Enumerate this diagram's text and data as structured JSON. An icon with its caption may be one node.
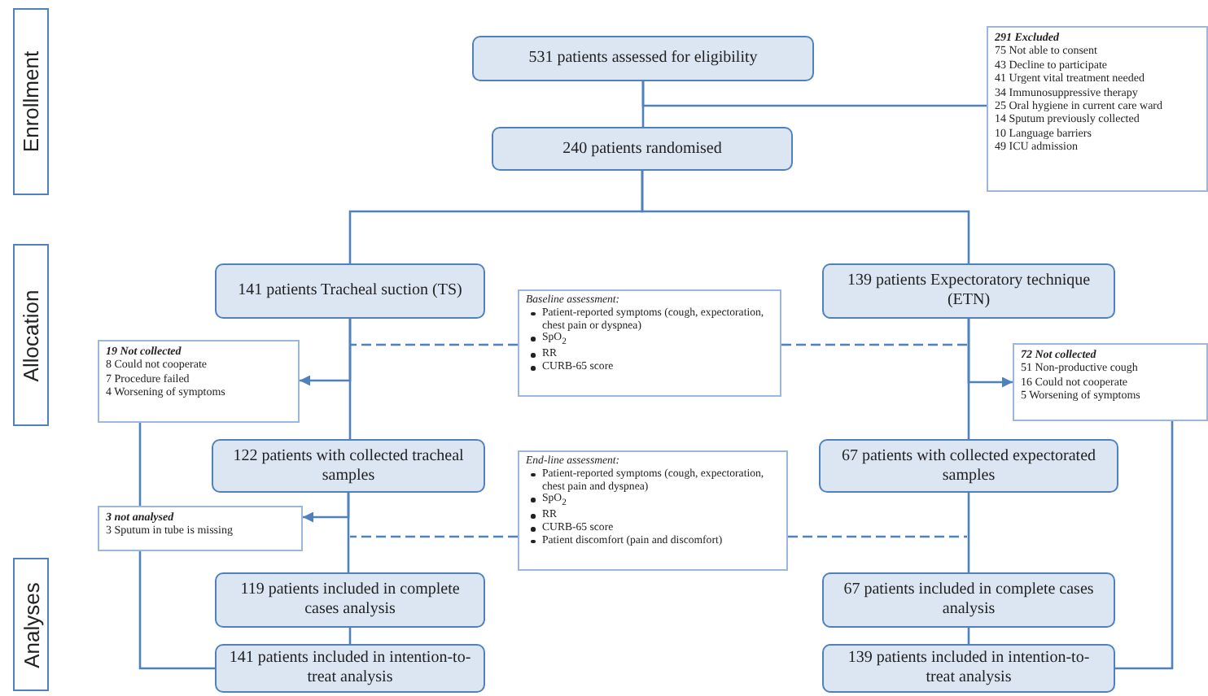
{
  "diagram": {
    "nodes": [
      {
        "text": [
          "531 patients assessed for eligibility"
        ]
      },
      {
        "text": [
          "291 Excluded",
          "75 Not able to consent",
          "43 Decline to participate",
          "41 Urgent vital treatment needed",
          "34 Immunosuppressive therapy",
          "25 Oral hygiene in current care ward",
          "14 Sputum previously collected",
          "10 Language barriers",
          "49 ICU admission"
        ]
      },
      {
        "text": [
          "240 patients randomised"
        ]
      },
      {
        "text": [
          "141 patients Tracheal suction (TS)"
        ]
      },
      {
        "text": [
          "139 patients Expectoratory technique (ETN)"
        ]
      },
      {
        "text": [
          "Baseline assessment:",
          "Patient-reported symptoms (cough, expectoration, chest pain or dyspnea)",
          "SpO$_{2}$",
          "RR",
          "CURB-65 score"
        ]
      },
      {
        "text": [
          "19 Not collected",
          "8 Could not cooperate",
          "7 Procedure failed",
          "4 Worsening of symptoms"
        ]
      },
      {
        "text": [
          "72 Not collected",
          "51 Non-productive cough",
          "16 Could not cooperate",
          "5 Worsening of symptoms"
        ]
      },
      {
        "text": [
          "122 patients with collected tracheal samples"
        ]
      },
      {
        "text": [
          "67 patients with collected expectorated samples"
        ]
      },
      {
        "text": [
          "End-line assessment:",
          "Patient-reported symptoms (cough, expectoration, chest pain and dyspnea)",
          "SpO$_{2}$",
          "RR",
          "CURB-65 score",
          "Patient discomfort (pain and discomfort)"
        ]
      },
      {
        "text": [
          "3 not analysed",
          "3 Sputum in tube is missing"
        ]
      },
      {
        "text": [
          "119 patients included in complete cases analysis"
        ]
      },
      {
        "text": [
          "67 patients included in complete cases analysis"
        ]
      },
      {
        "text": [
          "141 patients included in intention-to-treat analysis"
        ]
      },
      {
        "text": [
          "139 patients included in intention-to-treat analysis"
        ]
      },
      {
        "text": [
          "Enrollment"
        ]
      },
      {
        "text": [
          "Allocation"
        ]
      },
      {
        "text": [
          "Analyses"
        ]
      }
    ],
    "edges": [
      {
        "from": 0,
        "to": 2,
        "arrow": "none"
      },
      {
        "from": 0,
        "to": 1,
        "arrow": "none"
      },
      {
        "from": 2,
        "to": 3,
        "arrow": "none"
      },
      {
        "from": 2,
        "to": 4,
        "arrow": "none"
      },
      {
        "from": 3,
        "to": 8,
        "arrow": "none"
      },
      {
        "from": 3,
        "to": 6,
        "arrow": "to"
      },
      {
        "from": 8,
        "to": 12,
        "arrow": "none"
      },
      {
        "from": 8,
        "to": 11,
        "arrow": "to"
      },
      {
        "from": 12,
        "to": 14,
        "arrow": "none"
      },
      {
        "from": 6,
        "to": 11,
        "arrow": "none"
      },
      {
        "from": 11,
        "to": 14,
        "arrow": "none"
      },
      {
        "from": 4,
        "to": 9,
        "arrow": "none"
      },
      {
        "from": 4,
        "to": 7,
        "arrow": "to"
      },
      {
        "from": 9,
        "to": 13,
        "arrow": "none"
      },
      {
        "from": 13,
        "to": 15,
        "arrow": "none"
      },
      {
        "from": 7,
        "to": 15,
        "arrow": "none"
      },
      {
        "from": 5,
        "to": null,
        "arrow": "none",
        "style": "dashed"
      },
      {
        "from": 5,
        "to": null,
        "arrow": "none",
        "style": "dashed"
      },
      {
        "from": 10,
        "to": null,
        "arrow": "none",
        "style": "dashed"
      },
      {
        "from": 10,
        "to": null,
        "arrow": "none",
        "style": "dashed"
      }
    ]
  }
}
